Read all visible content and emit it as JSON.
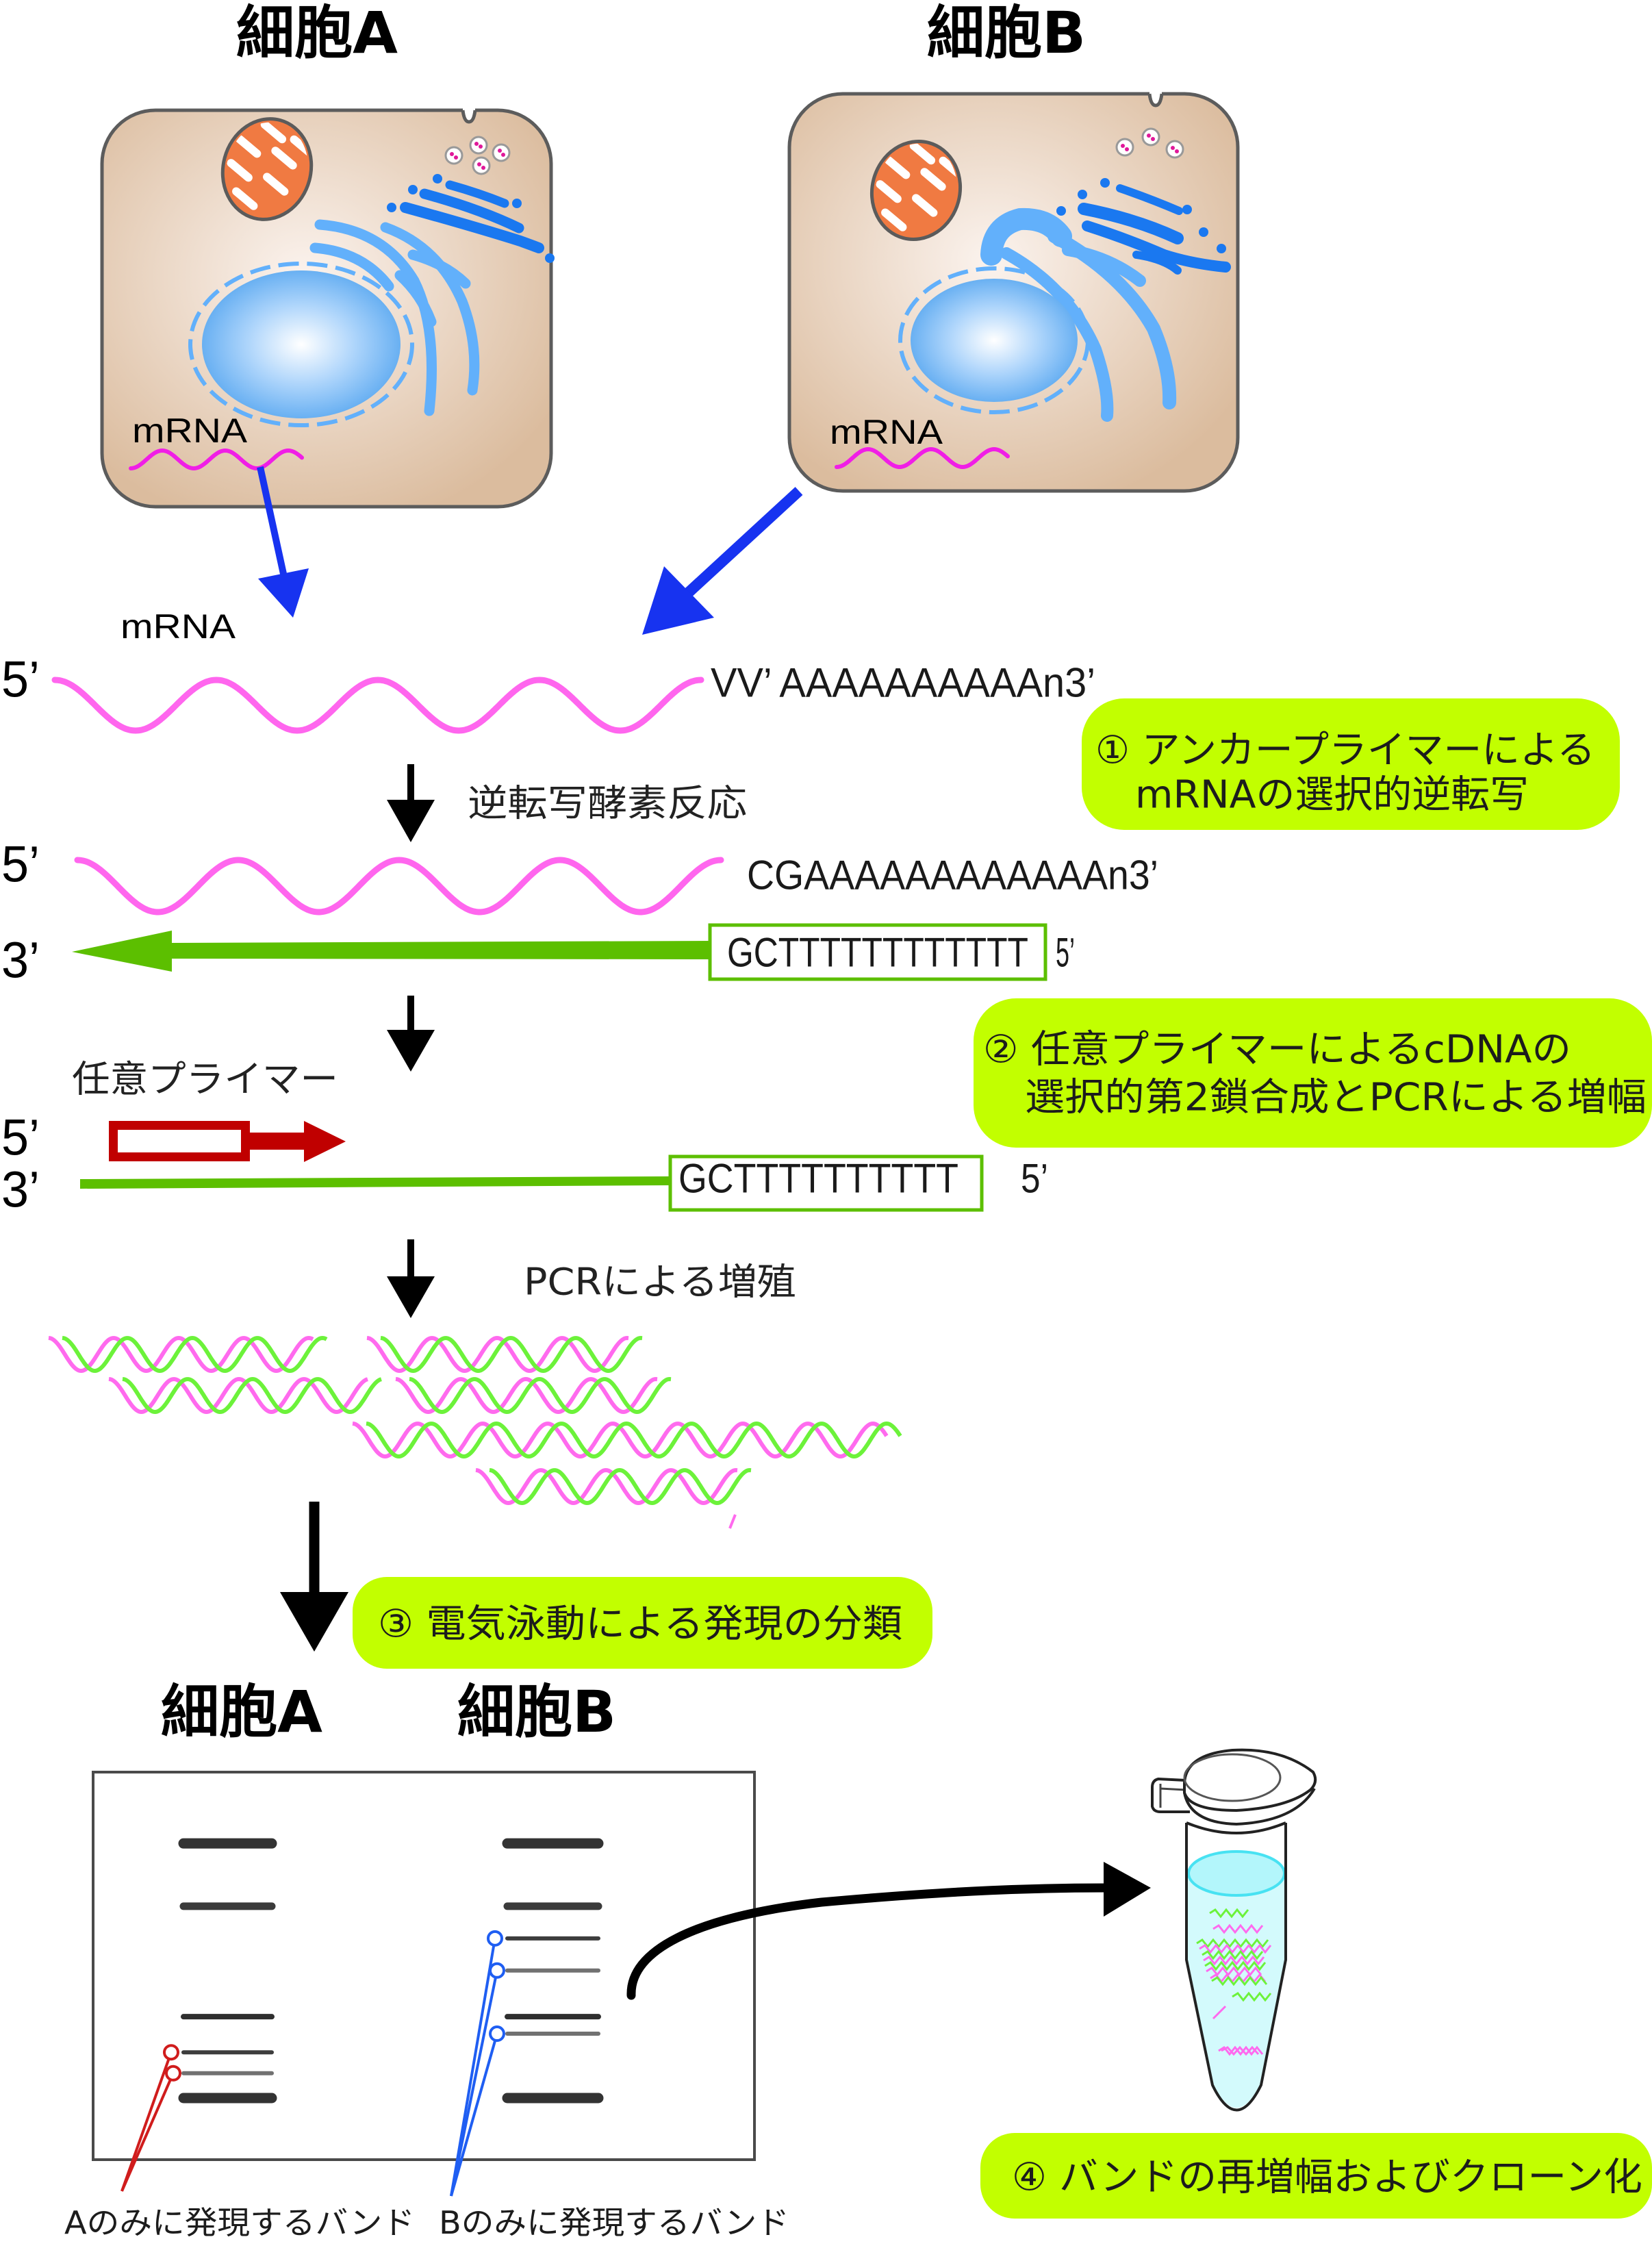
{
  "cells": {
    "a": {
      "title": "細胞A",
      "mrna_label": "mRNA"
    },
    "b": {
      "title": "細胞B",
      "mrna_label": "mRNA"
    }
  },
  "strands": {
    "mrna_label": "mRNA",
    "five_prime": "5’",
    "three_prime": "3’",
    "mrna_tail": "VV’ AAAAAAAAAAn3’",
    "annealed_mrna_tail": "CGAAAAAAAAAAAAn3’",
    "anchor_primer": "GCTTTTTTTTTTTT",
    "cdna_template_end": "GCTTTTTTTTTT"
  },
  "process": {
    "reverse_transcription": "逆転写酵素反応",
    "arbitrary_primer": "任意プライマー",
    "pcr_amplification": "PCRによる増殖"
  },
  "steps": [
    {
      "lines": [
        "① アンカープライマーによる",
        "mRNAの選択的逆転写"
      ]
    },
    {
      "lines": [
        "② 任意プライマーによるcDNAの",
        "選択的第2鎖合成とPCRによる増幅"
      ]
    },
    {
      "lines": [
        "③ 電気泳動による発現の分類"
      ]
    },
    {
      "lines": [
        "④ バンドの再増幅およびクローン化"
      ]
    }
  ],
  "gel": {
    "lanes": [
      {
        "title": "細胞A",
        "bands": [
          {
            "migration": 0.184,
            "intensity": "strong"
          },
          {
            "migration": 0.346,
            "intensity": "medium"
          },
          {
            "migration": 0.631,
            "intensity": "moderate"
          },
          {
            "migration": 0.723,
            "intensity": "weak",
            "unique": true
          },
          {
            "migration": 0.777,
            "intensity": "faint",
            "unique": true
          },
          {
            "migration": 0.841,
            "intensity": "strong"
          }
        ]
      },
      {
        "title": "細胞B",
        "bands": [
          {
            "migration": 0.184,
            "intensity": "strong"
          },
          {
            "migration": 0.346,
            "intensity": "medium"
          },
          {
            "migration": 0.429,
            "intensity": "weak",
            "unique": true
          },
          {
            "migration": 0.512,
            "intensity": "faint",
            "unique": true
          },
          {
            "migration": 0.631,
            "intensity": "moderate"
          },
          {
            "migration": 0.675,
            "intensity": "faint",
            "unique": true
          },
          {
            "migration": 0.841,
            "intensity": "strong"
          }
        ]
      }
    ],
    "callouts": [
      {
        "lane": 0,
        "label": "Aのみに発現するバンド",
        "color": "#d01c1c"
      },
      {
        "lane": 1,
        "label": "Bのみに発現するバンド",
        "color": "#1f5ef2"
      }
    ]
  },
  "palette": {
    "step_box": "#c2ff00",
    "mrna": "#ff66ee",
    "mrna_in_cell": "#f01ee6",
    "cdna": "#5cbf00",
    "primer": "#c00000",
    "arrow_blue": "#1733f0",
    "pcr_sense": "#ff6aee",
    "pcr_antisense": "#6cf23a"
  }
}
